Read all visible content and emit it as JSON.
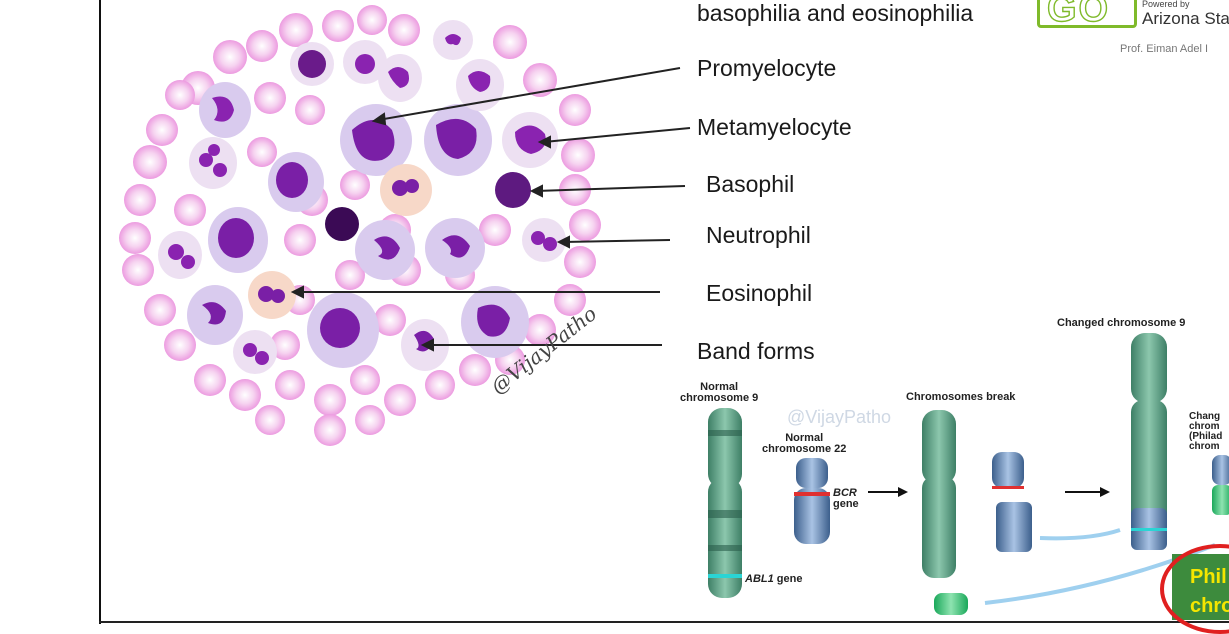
{
  "header_partial": "basophilia and eosinophilia",
  "logo": {
    "text": "GO",
    "powered": "Powered by",
    "institution": "Arizona Sta"
  },
  "credit": "Prof. Eiman Adel I",
  "smear_labels": {
    "promyelocyte": "Promyelocyte",
    "metamyelocyte": "Metamyelocyte",
    "basophil": "Basophil",
    "neutrophil": "Neutrophil",
    "eosinophil": "Eosinophil",
    "band_forms": "Band forms"
  },
  "watermark": "@VijayPatho",
  "chromosome_figure": {
    "normal_9": "Normal\nchromosome 9",
    "normal_22": "Normal\nchromosome 22",
    "bcr": "BCR",
    "gene": "gene",
    "abl1": "ABL1",
    "abl1_gene": " gene",
    "break": "Chromosomes break",
    "changed_9": "Changed chromosome 9",
    "changed_22": "Chang\nchrom\n(Philad\nchrom",
    "phila_label": "Phil\nchro"
  },
  "colors": {
    "accent_green": "#7fba2a",
    "phila_red": "#e02020",
    "phila_bg": "#3d8b3d"
  }
}
